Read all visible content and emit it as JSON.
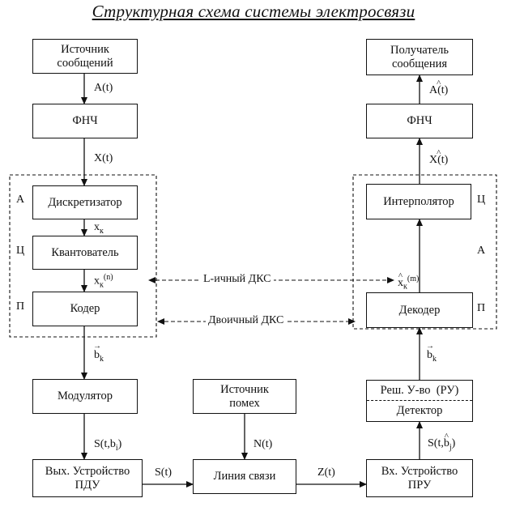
{
  "title": "Структурная схема системы электросвязи",
  "blocks": {
    "source": [
      "Источник",
      "сообщений"
    ],
    "lpf_left": "ФНЧ",
    "sampler": "Дискретизатор",
    "quantizer": "Квантователь",
    "coder": "Кодер",
    "modulator": "Модулятор",
    "tx_device": [
      "Вых. Устройство",
      "ПДУ"
    ],
    "noise_source": [
      "Источник",
      "помех"
    ],
    "channel": "Линия связи",
    "rx_device": [
      "Вх. Устройство",
      "ПРУ"
    ],
    "decision": "Реш. У-во  (РУ)",
    "detector": "Детектор",
    "decoder": "Декодер",
    "interpolator": "Интерполятор",
    "lpf_right": "ФНЧ",
    "receiver": [
      "Получатель",
      "сообщения"
    ]
  },
  "signals": {
    "a_t": "A(t)",
    "x_t": "X(t)",
    "x_k": "x",
    "x_k_sub": "к",
    "x_kn": "x",
    "x_kn_sub": "к",
    "x_kn_sup": "(n)",
    "b_k": "b",
    "b_k_sub": "k",
    "s_tbi": "S(t,b",
    "s_tbi_sub": "i",
    "s_t": "S(t)",
    "n_t": "N(t)",
    "z_t": "Z(t)",
    "s_tbj": "S(t,",
    "s_tbj_b": "b",
    "s_tbj_sub": "j",
    "s_tbj_close": ")",
    "bhat_k": "b",
    "bhat_k_sub": "k",
    "xhat_km": "x",
    "xhat_km_sub": "к",
    "xhat_km_sup": "(m)",
    "xhat_t": "X(t)",
    "ahat_t": "A(t)"
  },
  "side_labels": {
    "left_a": "А",
    "left_c": "Ц",
    "left_p": "П",
    "right_c": "Ц",
    "right_a": "А",
    "right_p": "П"
  },
  "channels": {
    "l_ary": "L-ичный ДКС",
    "binary": "Двоичный ДКС"
  }
}
